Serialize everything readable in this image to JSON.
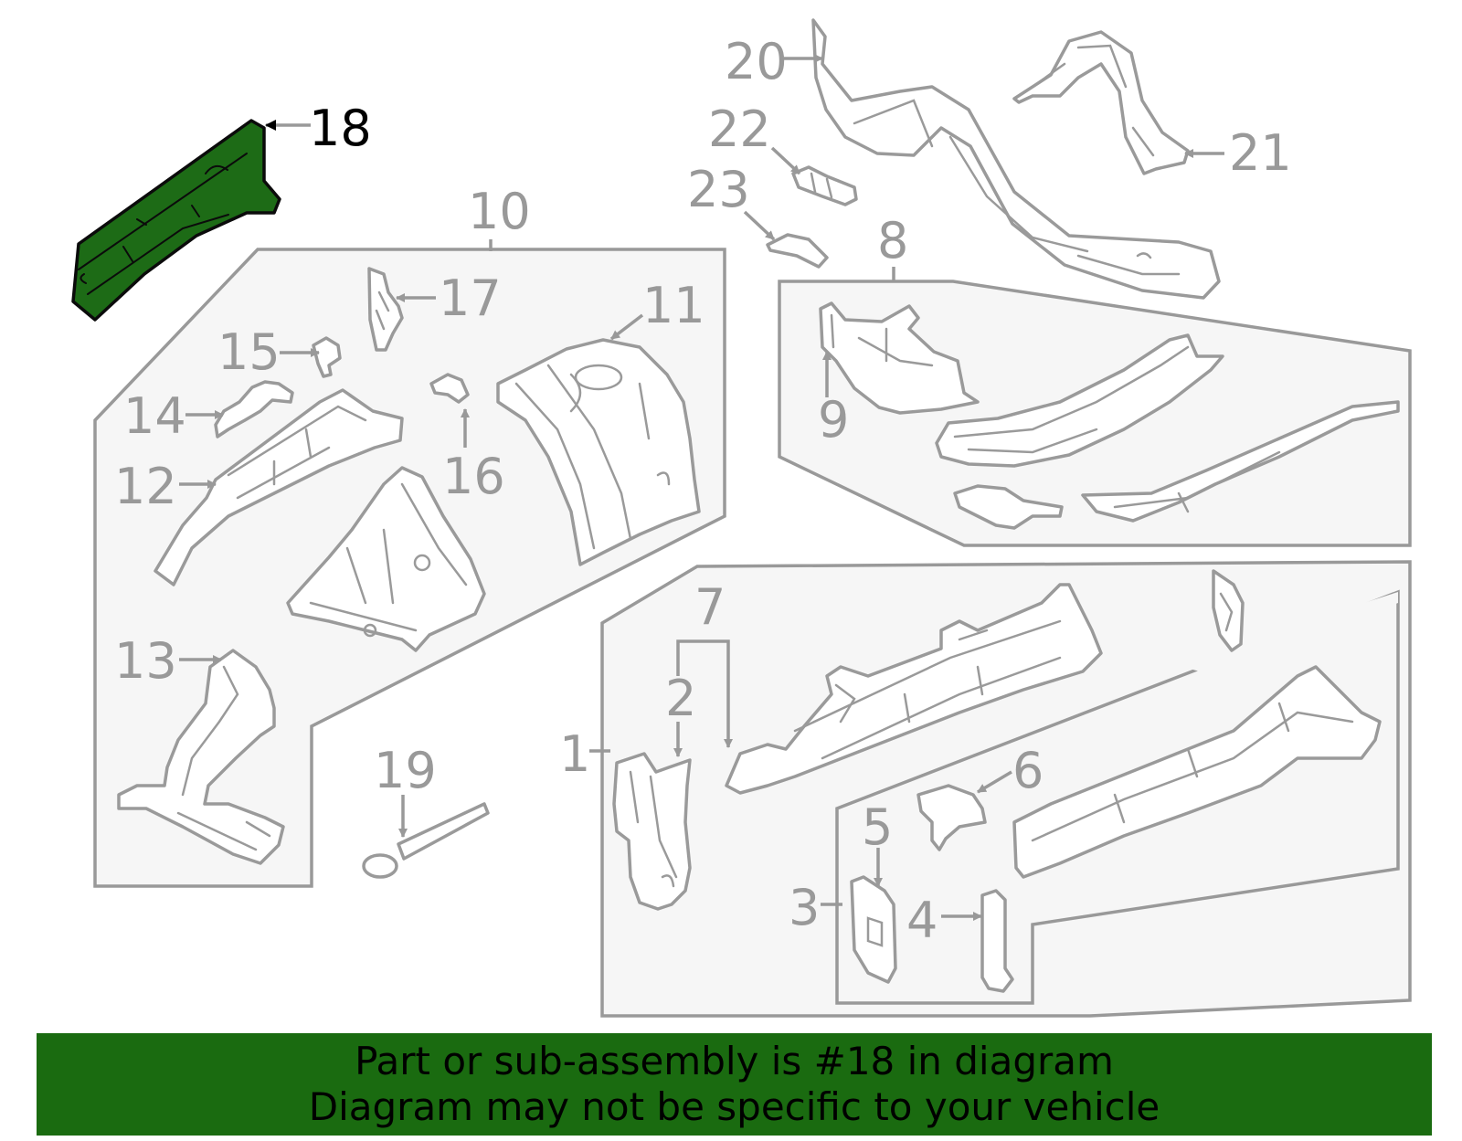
{
  "highlight_color": "#1d6b16",
  "banner_color": "#1a6b10",
  "highlighted_part": "18",
  "callouts": [
    "1",
    "2",
    "3",
    "4",
    "5",
    "6",
    "7",
    "8",
    "9",
    "10",
    "11",
    "12",
    "13",
    "14",
    "15",
    "16",
    "17",
    "18",
    "19",
    "20",
    "21",
    "22",
    "23"
  ],
  "banner": {
    "line1": "Part or sub-assembly is #18 in diagram",
    "line2": "Diagram may not be specific to your vehicle"
  }
}
